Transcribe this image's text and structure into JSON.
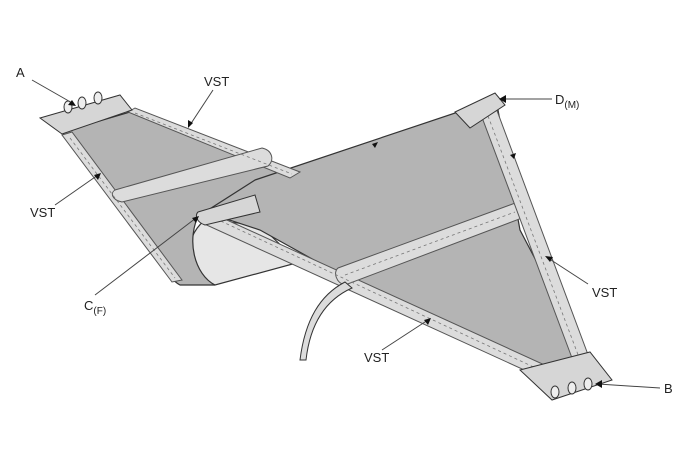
{
  "diagram": {
    "labels": {
      "a": "A",
      "vst_top": "VST",
      "d": "D",
      "d_sub": "(M)",
      "vst_left": "VST",
      "c": "C",
      "c_sub": "(F)",
      "vst_right": "VST",
      "vst_bottom": "VST",
      "b": "B"
    },
    "colors": {
      "fabric": "#b4b4b4",
      "strap": "#dcdcdc",
      "roll": "#e6e6e6"
    }
  }
}
